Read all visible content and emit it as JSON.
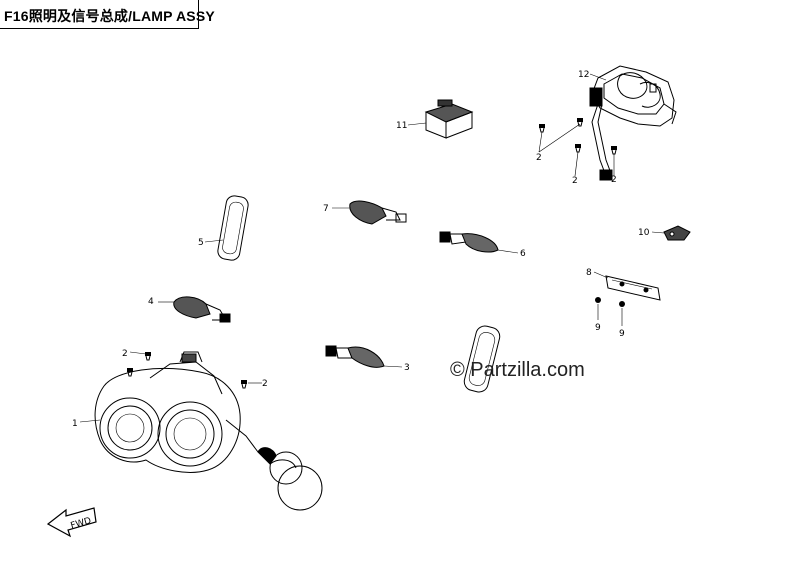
{
  "header": {
    "title": "F16照明及信号总成/LAMP ASSY"
  },
  "watermark": {
    "text": "© Partzilla.com"
  },
  "fwd_marker": {
    "text": "FWD"
  },
  "callouts": {
    "c1": "1",
    "c2a": "2",
    "c2b": "2",
    "c2c": "2",
    "c2d": "2",
    "c2e": "2",
    "c3": "3",
    "c4": "4",
    "c5": "5",
    "c6": "6",
    "c7": "7",
    "c8": "8",
    "c9a": "9",
    "c9b": "9",
    "c10": "10",
    "c11": "11",
    "c12": "12"
  },
  "colors": {
    "line": "#000000",
    "background": "#ffffff"
  }
}
